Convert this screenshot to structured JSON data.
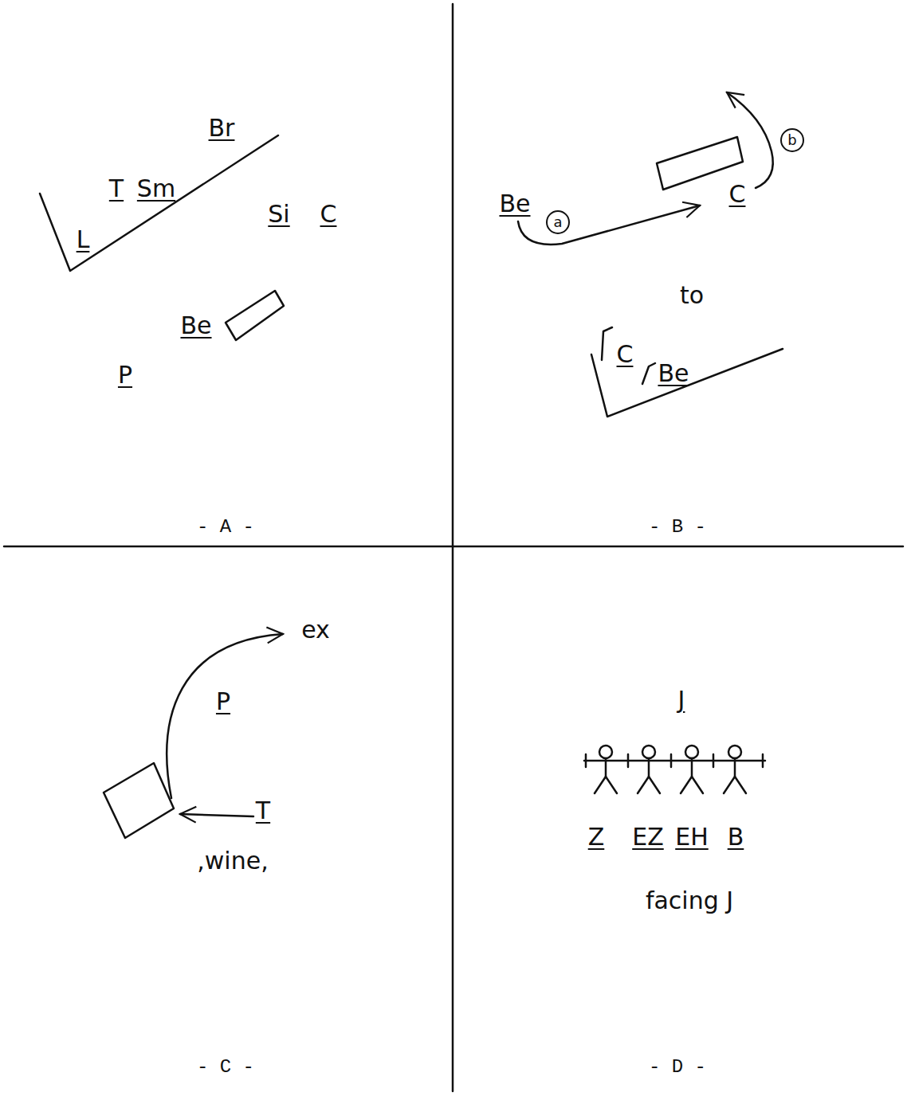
{
  "diagram": {
    "nodes": [
      {
        "text": [
          "a"
        ]
      },
      {
        "text": [
          "b"
        ]
      }
    ],
    "labels": [
      "Br",
      "T",
      "Sm",
      "L",
      "Si",
      "C",
      "Be",
      "P",
      "- A -",
      "Be",
      "C",
      "to",
      "C",
      "Be",
      "- B -",
      "ex",
      "P",
      "T",
      ",wine,",
      "- C -",
      "J",
      "Z",
      "EZ",
      "EH",
      "B",
      "facing J",
      "- D -"
    ]
  }
}
